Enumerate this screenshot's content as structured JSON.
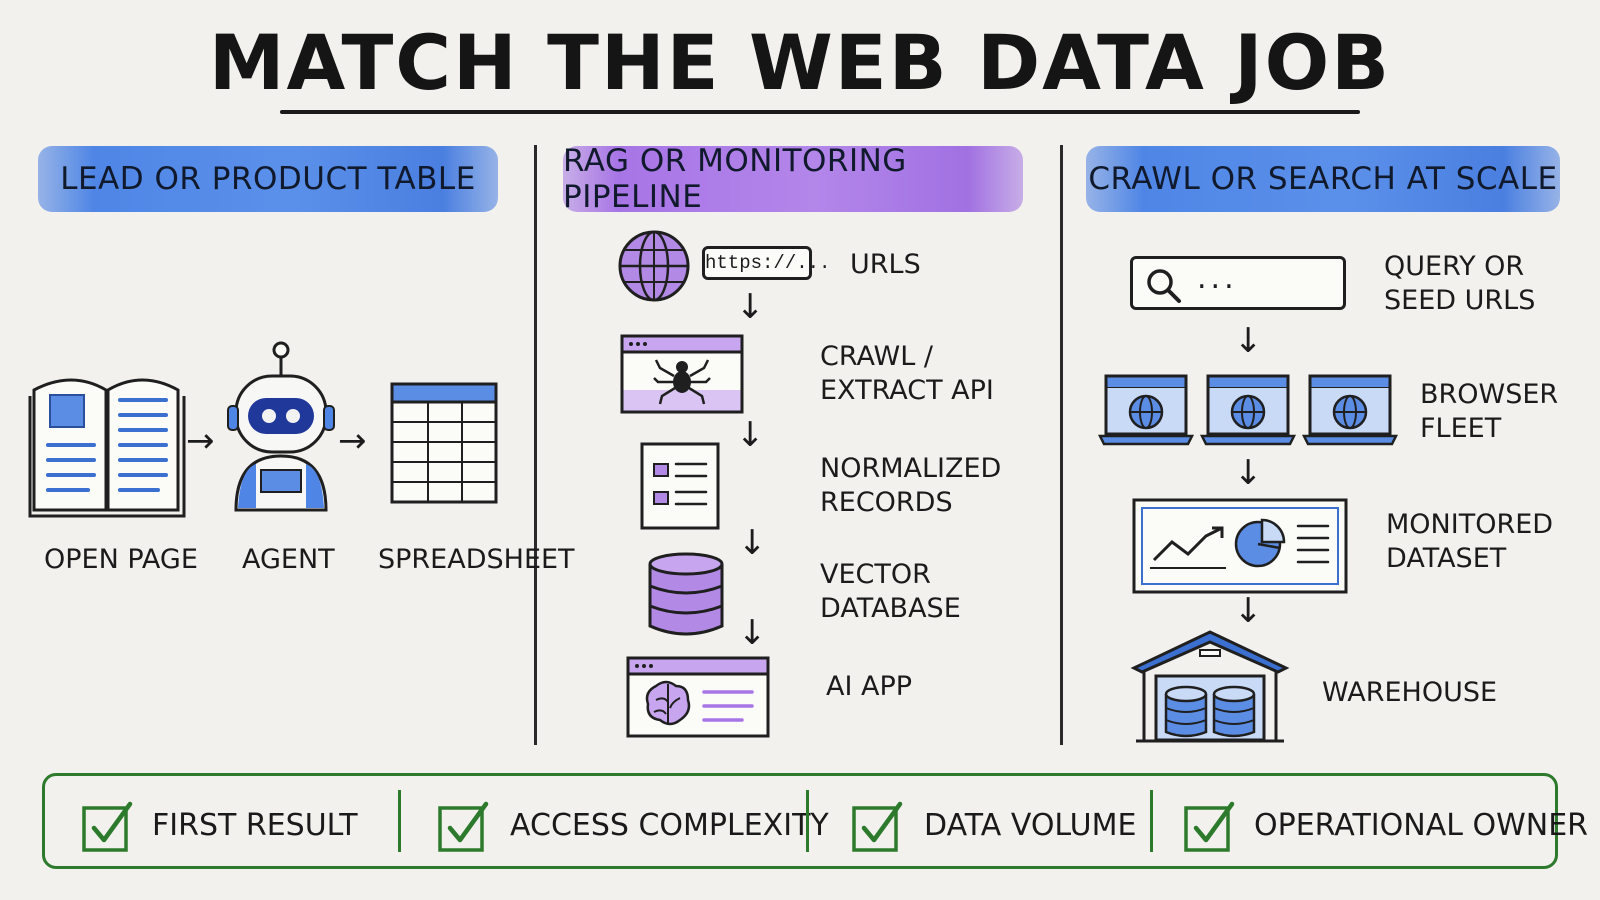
{
  "title": "MATCH THE WEB DATA JOB",
  "columns": {
    "left": {
      "banner": "LEAD OR PRODUCT TABLE",
      "steps": [
        "OPEN PAGE",
        "AGENT",
        "SPREADSHEET"
      ]
    },
    "middle": {
      "banner": "RAG OR MONITORING PIPELINE",
      "url_badge": "https://...",
      "steps": [
        {
          "line1": "URLS",
          "line2": ""
        },
        {
          "line1": "CRAWL /",
          "line2": "EXTRACT API"
        },
        {
          "line1": "NORMALIZED",
          "line2": "RECORDS"
        },
        {
          "line1": "VECTOR",
          "line2": "DATABASE"
        },
        {
          "line1": "AI APP",
          "line2": ""
        }
      ]
    },
    "right": {
      "banner": "CRAWL OR SEARCH AT SCALE",
      "search_text": "...",
      "steps": [
        {
          "line1": "QUERY OR",
          "line2": "SEED URLS"
        },
        {
          "line1": "BROWSER",
          "line2": "FLEET"
        },
        {
          "line1": "MONITORED",
          "line2": "DATASET"
        },
        {
          "line1": "WAREHOUSE",
          "line2": ""
        }
      ]
    }
  },
  "criteria": [
    "FIRST RESULT",
    "ACCESS COMPLEXITY",
    "DATA VOLUME",
    "OPERATIONAL OWNER"
  ],
  "colors": {
    "blue": "#4f86e6",
    "purple": "#a875e6",
    "green": "#2d7a2d",
    "ink": "#1d1d1f"
  }
}
